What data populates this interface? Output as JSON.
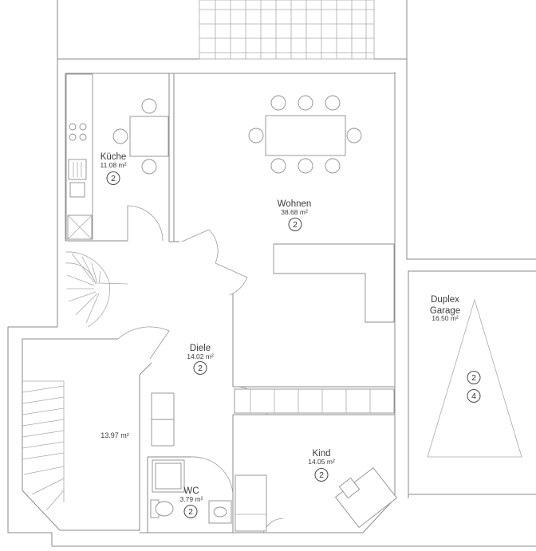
{
  "rooms": {
    "kueche": {
      "name": "Küche",
      "area": "11.08 m²",
      "badge": "2"
    },
    "wohnen": {
      "name": "Wohnen",
      "area": "38.68 m²",
      "badge": "2"
    },
    "diele": {
      "name": "Diele",
      "area": "14.02 m²",
      "badge": "2"
    },
    "treppe": {
      "area": "13.97 m²"
    },
    "wc": {
      "name": "WC",
      "area": "3.79 m²",
      "badge": "2"
    },
    "kind": {
      "name": "Kind",
      "area": "14.05 m²",
      "badge": "2"
    },
    "garage": {
      "name_line1": "Duplex",
      "name_line2": "Garage",
      "area": "16.50 m²",
      "badge1": "2",
      "badge2": "4"
    }
  },
  "colors": {
    "wall": "#8a8a8a",
    "furniture": "#8e8e8e",
    "text": "#3c3c3c"
  }
}
